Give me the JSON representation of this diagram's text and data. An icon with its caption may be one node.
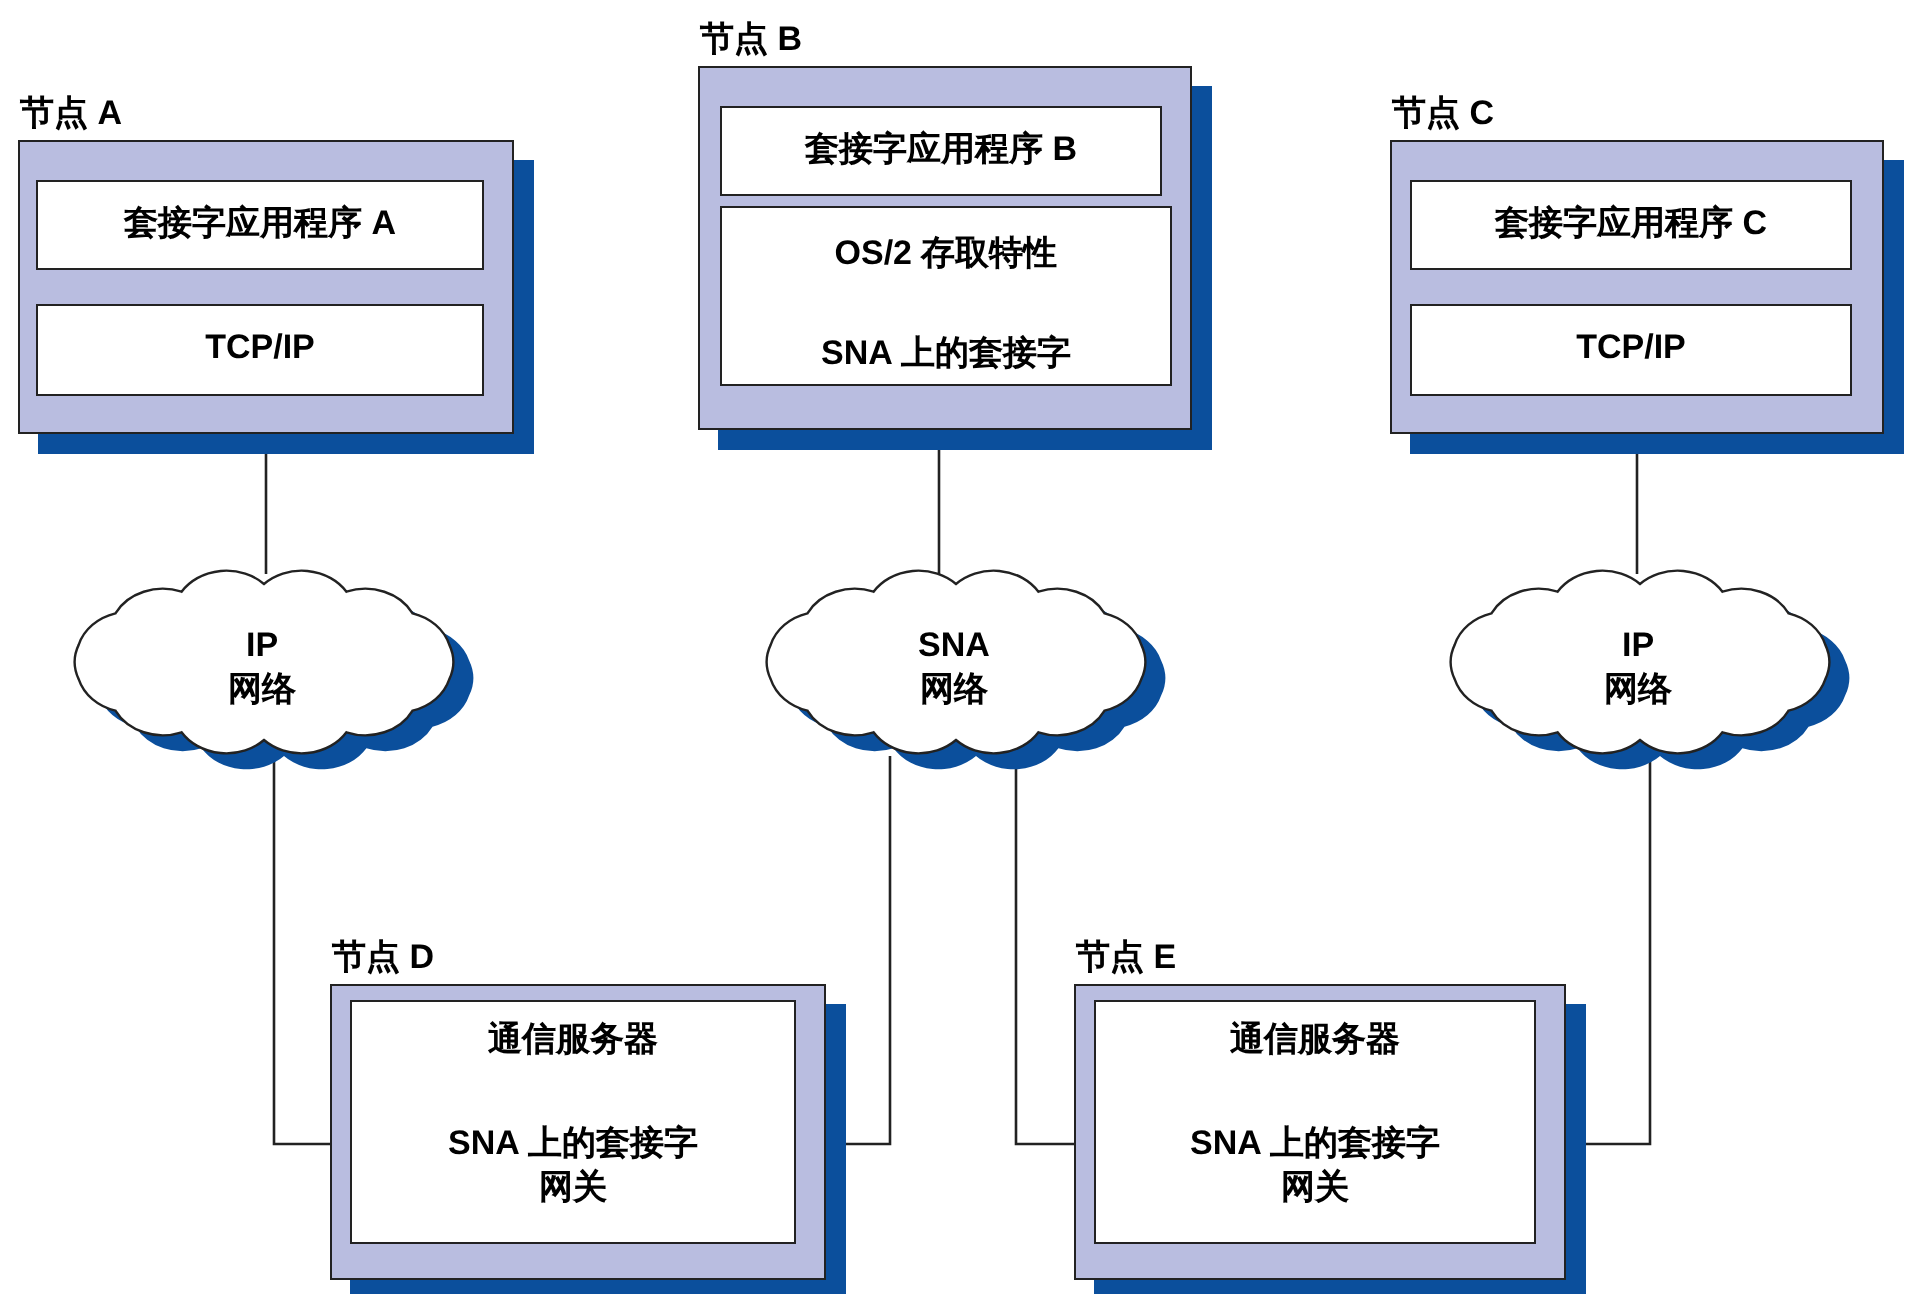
{
  "diagram": {
    "nodes": [
      {
        "text": [
          "节点 A"
        ]
      },
      {
        "text": [
          "套接字应用程序 A"
        ],
        "in": 0
      },
      {
        "text": [
          "TCP/IP"
        ],
        "in": 0
      },
      {
        "text": [
          "节点 B"
        ]
      },
      {
        "text": [
          "套接字应用程序 B"
        ],
        "in": 3
      },
      {
        "text": [
          "OS/2 存取特性",
          "SNA 上的套接字"
        ],
        "in": 3
      },
      {
        "text": [
          "节点 C"
        ]
      },
      {
        "text": [
          "套接字应用程序 C"
        ],
        "in": 6
      },
      {
        "text": [
          "TCP/IP"
        ],
        "in": 6
      },
      {
        "text": [
          "IP 网络"
        ]
      },
      {
        "text": [
          "SNA 网络"
        ]
      },
      {
        "text": [
          "IP 网络"
        ]
      },
      {
        "text": [
          "节点 D"
        ]
      },
      {
        "text": [
          "通信服务器",
          "SNA 上的套接字网关"
        ],
        "in": 12
      },
      {
        "text": [
          "节点 E"
        ]
      },
      {
        "text": [
          "通信服务器",
          "SNA 上的套接字网关"
        ],
        "in": 14
      }
    ],
    "edges": [
      {
        "from": 0,
        "to": 9,
        "arrow": "none"
      },
      {
        "from": 3,
        "to": 10,
        "arrow": "none"
      },
      {
        "from": 6,
        "to": 11,
        "arrow": "none"
      },
      {
        "from": 9,
        "to": 12,
        "arrow": "none"
      },
      {
        "from": 10,
        "to": 12,
        "arrow": "none"
      },
      {
        "from": 10,
        "to": 14,
        "arrow": "none"
      },
      {
        "from": 11,
        "to": 14,
        "arrow": "none"
      }
    ]
  }
}
